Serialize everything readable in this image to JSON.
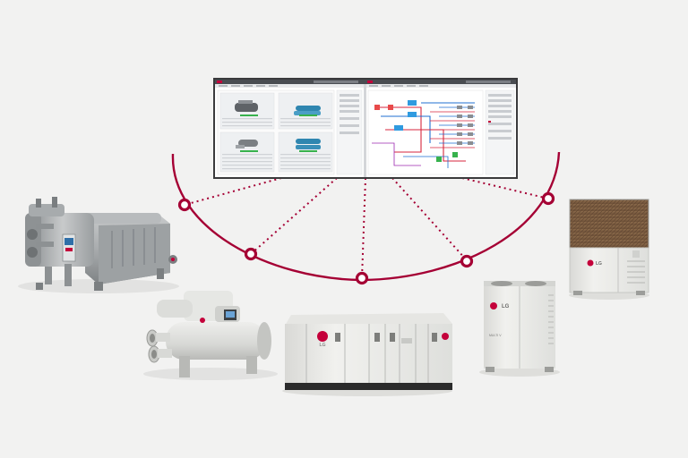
{
  "brand": {
    "name": "LG",
    "accent": "#a50034",
    "logo_color": "#c4003a"
  },
  "network": {
    "line_color": "#a50034",
    "dotted": true
  },
  "devices": [
    {
      "id": "absorption-chiller",
      "logo": "LG"
    },
    {
      "id": "centrifugal-chiller",
      "logo": "LG"
    },
    {
      "id": "air-handling-unit",
      "logo": "LG"
    },
    {
      "id": "multi-v-outdoor-unit",
      "logo": "LG",
      "model_label": "MULTI V"
    },
    {
      "id": "ghp-outdoor-unit",
      "logo": "LG"
    }
  ]
}
